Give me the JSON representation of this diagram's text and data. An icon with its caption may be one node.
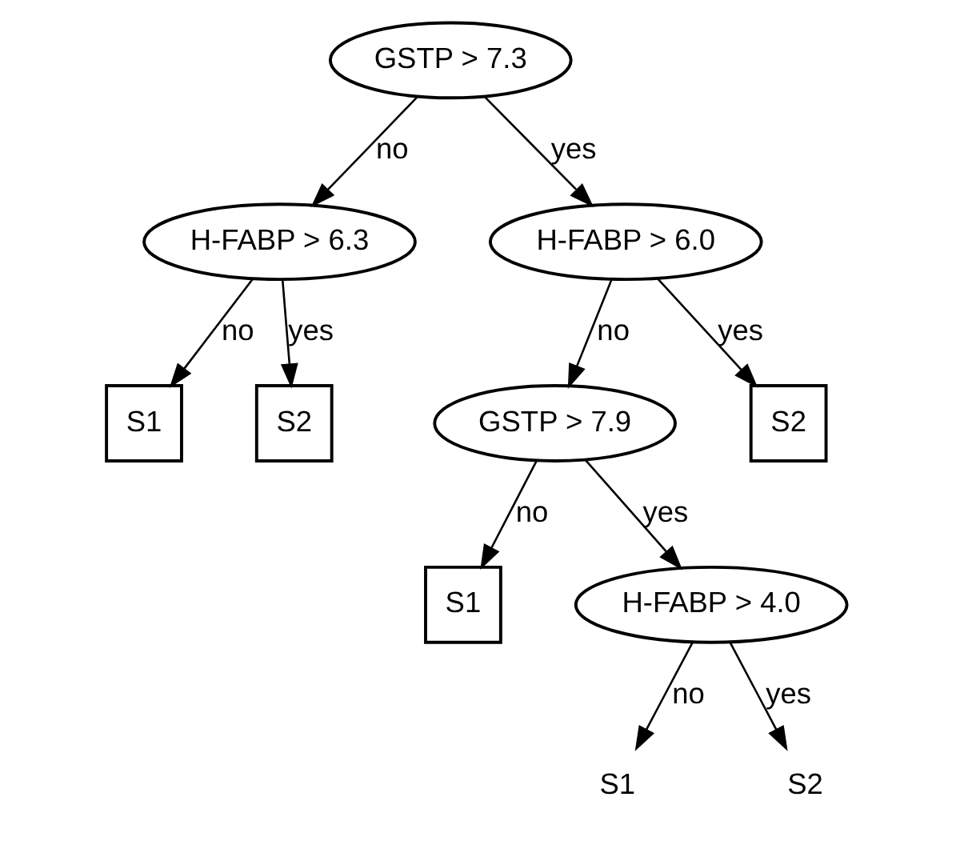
{
  "diagram": {
    "nodes": [
      {
        "text": [
          "GSTP > 7.3"
        ]
      },
      {
        "text": [
          "H-FABP > 6.3"
        ]
      },
      {
        "text": [
          "H-FABP > 6.0"
        ]
      },
      {
        "text": [
          "S1"
        ]
      },
      {
        "text": [
          "S2"
        ]
      },
      {
        "text": [
          "GSTP > 7.9"
        ]
      },
      {
        "text": [
          "S2"
        ]
      },
      {
        "text": [
          "S1"
        ]
      },
      {
        "text": [
          "H-FABP > 4.0"
        ]
      },
      {
        "text": [
          "S1"
        ]
      },
      {
        "text": [
          "S2"
        ]
      }
    ],
    "edges": [
      {
        "from": 0,
        "to": 1,
        "arrow": "to",
        "label": "no"
      },
      {
        "from": 0,
        "to": 2,
        "arrow": "to",
        "label": "yes"
      },
      {
        "from": 1,
        "to": 3,
        "arrow": "to",
        "label": "no"
      },
      {
        "from": 1,
        "to": 4,
        "arrow": "to",
        "label": "yes"
      },
      {
        "from": 2,
        "to": 5,
        "arrow": "to",
        "label": "no"
      },
      {
        "from": 2,
        "to": 6,
        "arrow": "to",
        "label": "yes"
      },
      {
        "from": 5,
        "to": 7,
        "arrow": "to",
        "label": "no"
      },
      {
        "from": 5,
        "to": 8,
        "arrow": "to",
        "label": "yes"
      },
      {
        "from": 8,
        "to": 9,
        "arrow": "to",
        "label": "no"
      },
      {
        "from": 8,
        "to": 10,
        "arrow": "to",
        "label": "yes"
      }
    ]
  }
}
